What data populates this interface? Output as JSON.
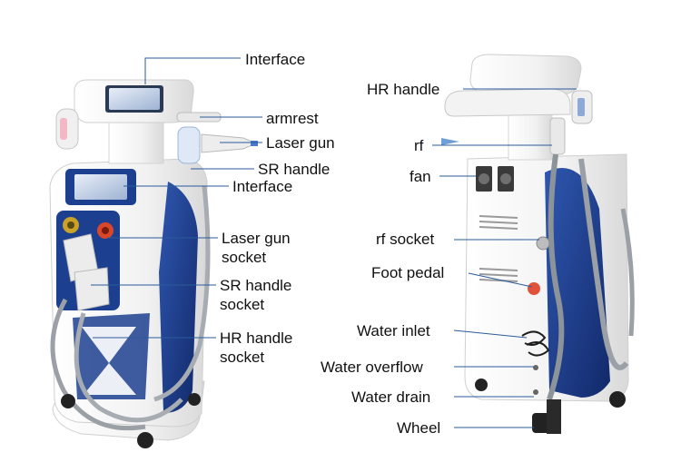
{
  "left_view": {
    "labels": {
      "interface_top": "Interface",
      "armrest": "armrest",
      "laser_gun": "Laser gun",
      "sr_handle": "SR handle",
      "interface_lower": "Interface",
      "laser_gun_socket_1": "Laser gun",
      "laser_gun_socket_2": "socket",
      "sr_handle_socket_1": "SR handle",
      "sr_handle_socket_2": "socket",
      "hr_handle_socket_1": "HR handle",
      "hr_handle_socket_2": "socket"
    }
  },
  "right_view": {
    "labels": {
      "hr_handle": "HR handle",
      "rf": "rf",
      "fan": "fan",
      "rf_socket": "rf socket",
      "foot_pedal": "Foot pedal",
      "water_inlet": "Water inlet",
      "water_overflow": "Water overflow",
      "water_drain": "Water drain",
      "wheel": "Wheel"
    }
  },
  "colors": {
    "body": "#f4f4f4",
    "panel_blue": "#1d3f8f",
    "screen_dark": "#2a3a55",
    "leader": "#2b5b9a",
    "hose": "#9aa0a6",
    "accent_red": "#d9472b",
    "accent_gold": "#c9a227"
  }
}
